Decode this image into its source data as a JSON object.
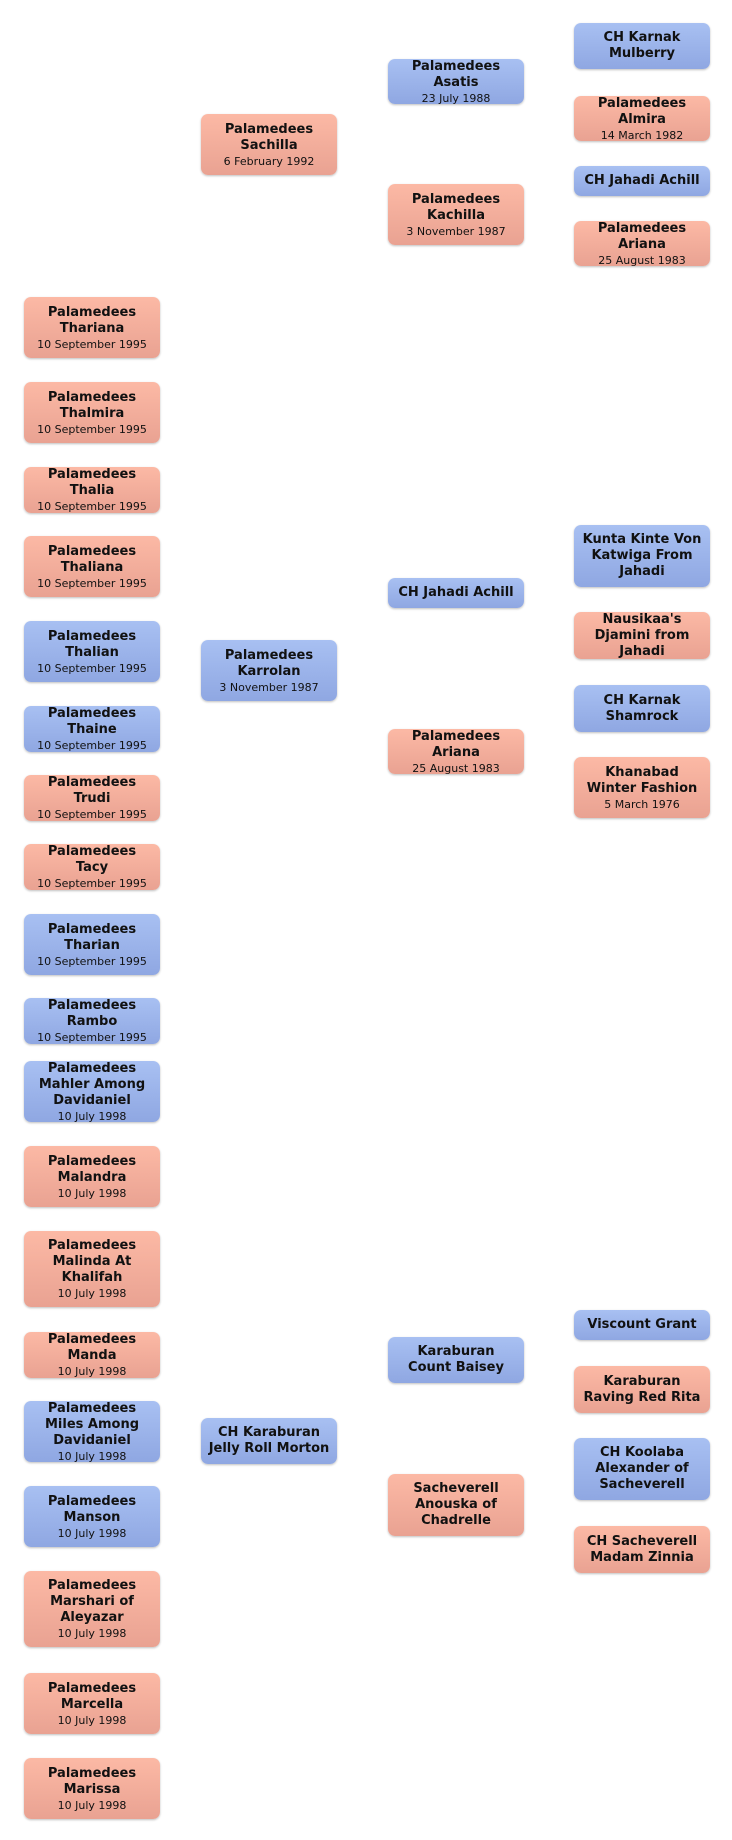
{
  "colors": {
    "female": "#fcb9a5",
    "male": "#a8c0f2"
  },
  "nodes": {
    "c0": {
      "name": "Palamedees Thariana",
      "date": "10 September 1995"
    },
    "c1": {
      "name": "Palamedees Thalmira",
      "date": "10 September 1995"
    },
    "c2": {
      "name": "Palamedees Thalia",
      "date": "10 September 1995"
    },
    "c3": {
      "name": "Palamedees Thaliana",
      "date": "10 September 1995"
    },
    "c4": {
      "name": "Palamedees Thalian",
      "date": "10 September 1995"
    },
    "c5": {
      "name": "Palamedees Thaine",
      "date": "10 September 1995"
    },
    "c6": {
      "name": "Palamedees Trudi",
      "date": "10 September 1995"
    },
    "c7": {
      "name": "Palamedees Tacy",
      "date": "10 September 1995"
    },
    "c8": {
      "name": "Palamedees Tharian",
      "date": "10 September 1995"
    },
    "c9": {
      "name": "Palamedees Rambo",
      "date": "10 September 1995"
    },
    "c10": {
      "name": "Palamedees Mahler Among Davidaniel",
      "date": "10 July 1998"
    },
    "c11": {
      "name": "Palamedees Malandra",
      "date": "10 July 1998"
    },
    "c12": {
      "name": "Palamedees Malinda At Khalifah",
      "date": "10 July 1998"
    },
    "c13": {
      "name": "Palamedees Manda",
      "date": "10 July 1998"
    },
    "c14": {
      "name": "Palamedees Miles Among Davidaniel",
      "date": "10 July 1998"
    },
    "c15": {
      "name": "Palamedees Manson",
      "date": "10 July 1998"
    },
    "c16": {
      "name": "Palamedees Marshari of Aleyazar",
      "date": "10 July 1998"
    },
    "c17": {
      "name": "Palamedees Marcella",
      "date": "10 July 1998"
    },
    "c18": {
      "name": "Palamedees Marissa",
      "date": "10 July 1998"
    },
    "p0": {
      "name": "Palamedees Sachilla",
      "date": "6 February 1992"
    },
    "p1": {
      "name": "Palamedees Karrolan",
      "date": "3 November 1987"
    },
    "p2": {
      "name": "CH Karaburan Jelly Roll Morton",
      "date": ""
    },
    "g0": {
      "name": "Palamedees Asatis",
      "date": "23 July 1988"
    },
    "g1": {
      "name": "Palamedees Kachilla",
      "date": "3 November 1987"
    },
    "g2": {
      "name": "CH Jahadi Achill",
      "date": ""
    },
    "g3": {
      "name": "Palamedees Ariana",
      "date": "25 August 1983"
    },
    "g4": {
      "name": "Karaburan Count Baisey",
      "date": ""
    },
    "g5": {
      "name": "Sacheverell Anouska of Chadrelle",
      "date": ""
    },
    "gg0": {
      "name": "CH Karnak Mulberry",
      "date": ""
    },
    "gg1": {
      "name": "Palamedees Almira",
      "date": "14 March 1982"
    },
    "gg2": {
      "name": "CH Jahadi Achill",
      "date": ""
    },
    "gg3": {
      "name": "Palamedees Ariana",
      "date": "25 August 1983"
    },
    "gg4": {
      "name": "Kunta Kinte Von Katwiga From Jahadi",
      "date": ""
    },
    "gg5": {
      "name": "Nausikaa's Djamini from Jahadi",
      "date": ""
    },
    "gg6": {
      "name": "CH Karnak Shamrock",
      "date": ""
    },
    "gg7": {
      "name": "Khanabad Winter Fashion",
      "date": "5 March 1976"
    },
    "gg8": {
      "name": "Viscount Grant",
      "date": ""
    },
    "gg9": {
      "name": "Karaburan Raving Red Rita",
      "date": ""
    },
    "gg10": {
      "name": "CH Koolaba Alexander of Sacheverell",
      "date": ""
    },
    "gg11": {
      "name": "CH Sacheverell Madam Zinnia",
      "date": ""
    }
  }
}
